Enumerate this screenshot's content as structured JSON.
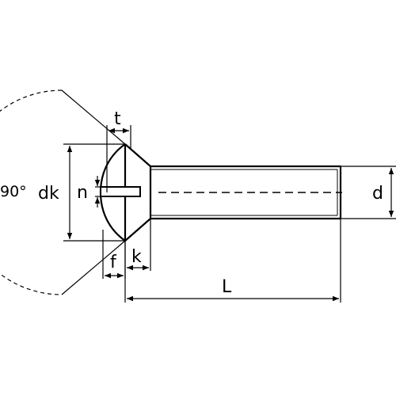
{
  "labels": {
    "angle": "90°",
    "head_diameter": "dk",
    "slot_width": "n",
    "slot_depth": "t",
    "raised_height": "f",
    "head_height": "k",
    "nominal_diameter": "d",
    "length": "L"
  }
}
